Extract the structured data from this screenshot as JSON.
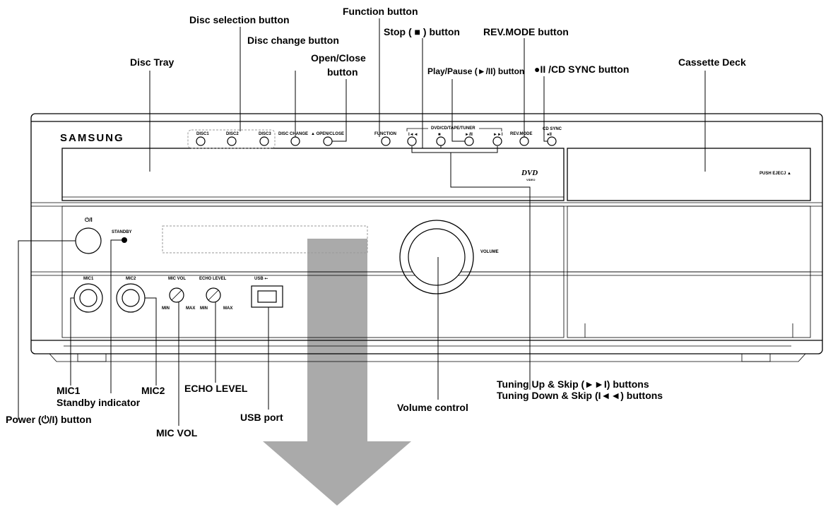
{
  "labels": {
    "disc_tray": "Disc Tray",
    "disc_selection": "Disc selection button",
    "disc_change": "Disc change button",
    "open_close_1": "Open/Close",
    "open_close_2": "button",
    "function": "Function button",
    "stop": "Stop ( ■ ) button",
    "rev_mode": "REV.MODE button",
    "play_pause": "Play/Pause (►/II) button",
    "cd_sync": "●II /CD SYNC button",
    "cassette_deck": "Cassette Deck",
    "tuning_up": "Tuning Up & Skip (►►I) buttons",
    "tuning_down": "Tuning Down & Skip (I◄◄) buttons",
    "mic1": "MIC1",
    "standby_indicator": "Standby indicator",
    "power": "Power (⏻/I) button",
    "mic2": "MIC2",
    "echo_level": "ECHO LEVEL",
    "mic_vol": "MIC VOL",
    "usb_port": "USB port",
    "volume_control": "Volume control"
  },
  "panel": {
    "brand": "SAMSUNG",
    "disc1": "DISC1",
    "disc2": "DISC2",
    "disc3": "DISC3",
    "disc_change": "DISC CHANGE",
    "open_close": "▲ OPEN/CLOSE",
    "function": "FUNCTION",
    "source_group": "DVD/CD/TAPE/TUNER",
    "skip_back": "I◄◄",
    "stop": "■",
    "play_pause": "►/II",
    "skip_fwd": "►►I",
    "rev_mode": "REV.MODE",
    "cd_sync": "CD SYNC",
    "cd_sync_sym": "●II",
    "dvd_logo": "DVD",
    "dvd_sub": "VIDEO",
    "push_eject": "PUSH EJECJ ▲",
    "power_sym": "⏻/I",
    "standby": "STANDBY",
    "volume": "VOLUME",
    "mic1": "MIC1",
    "mic2": "MIC2",
    "mic_vol": "MIC VOL",
    "echo_level": "ECHO LEVEL",
    "usb": "USB ⭠",
    "min": "MIN",
    "max": "MAX"
  },
  "colors": {
    "line": "#000000",
    "arrow": "#aaaaaa",
    "dashed": "#999999"
  }
}
